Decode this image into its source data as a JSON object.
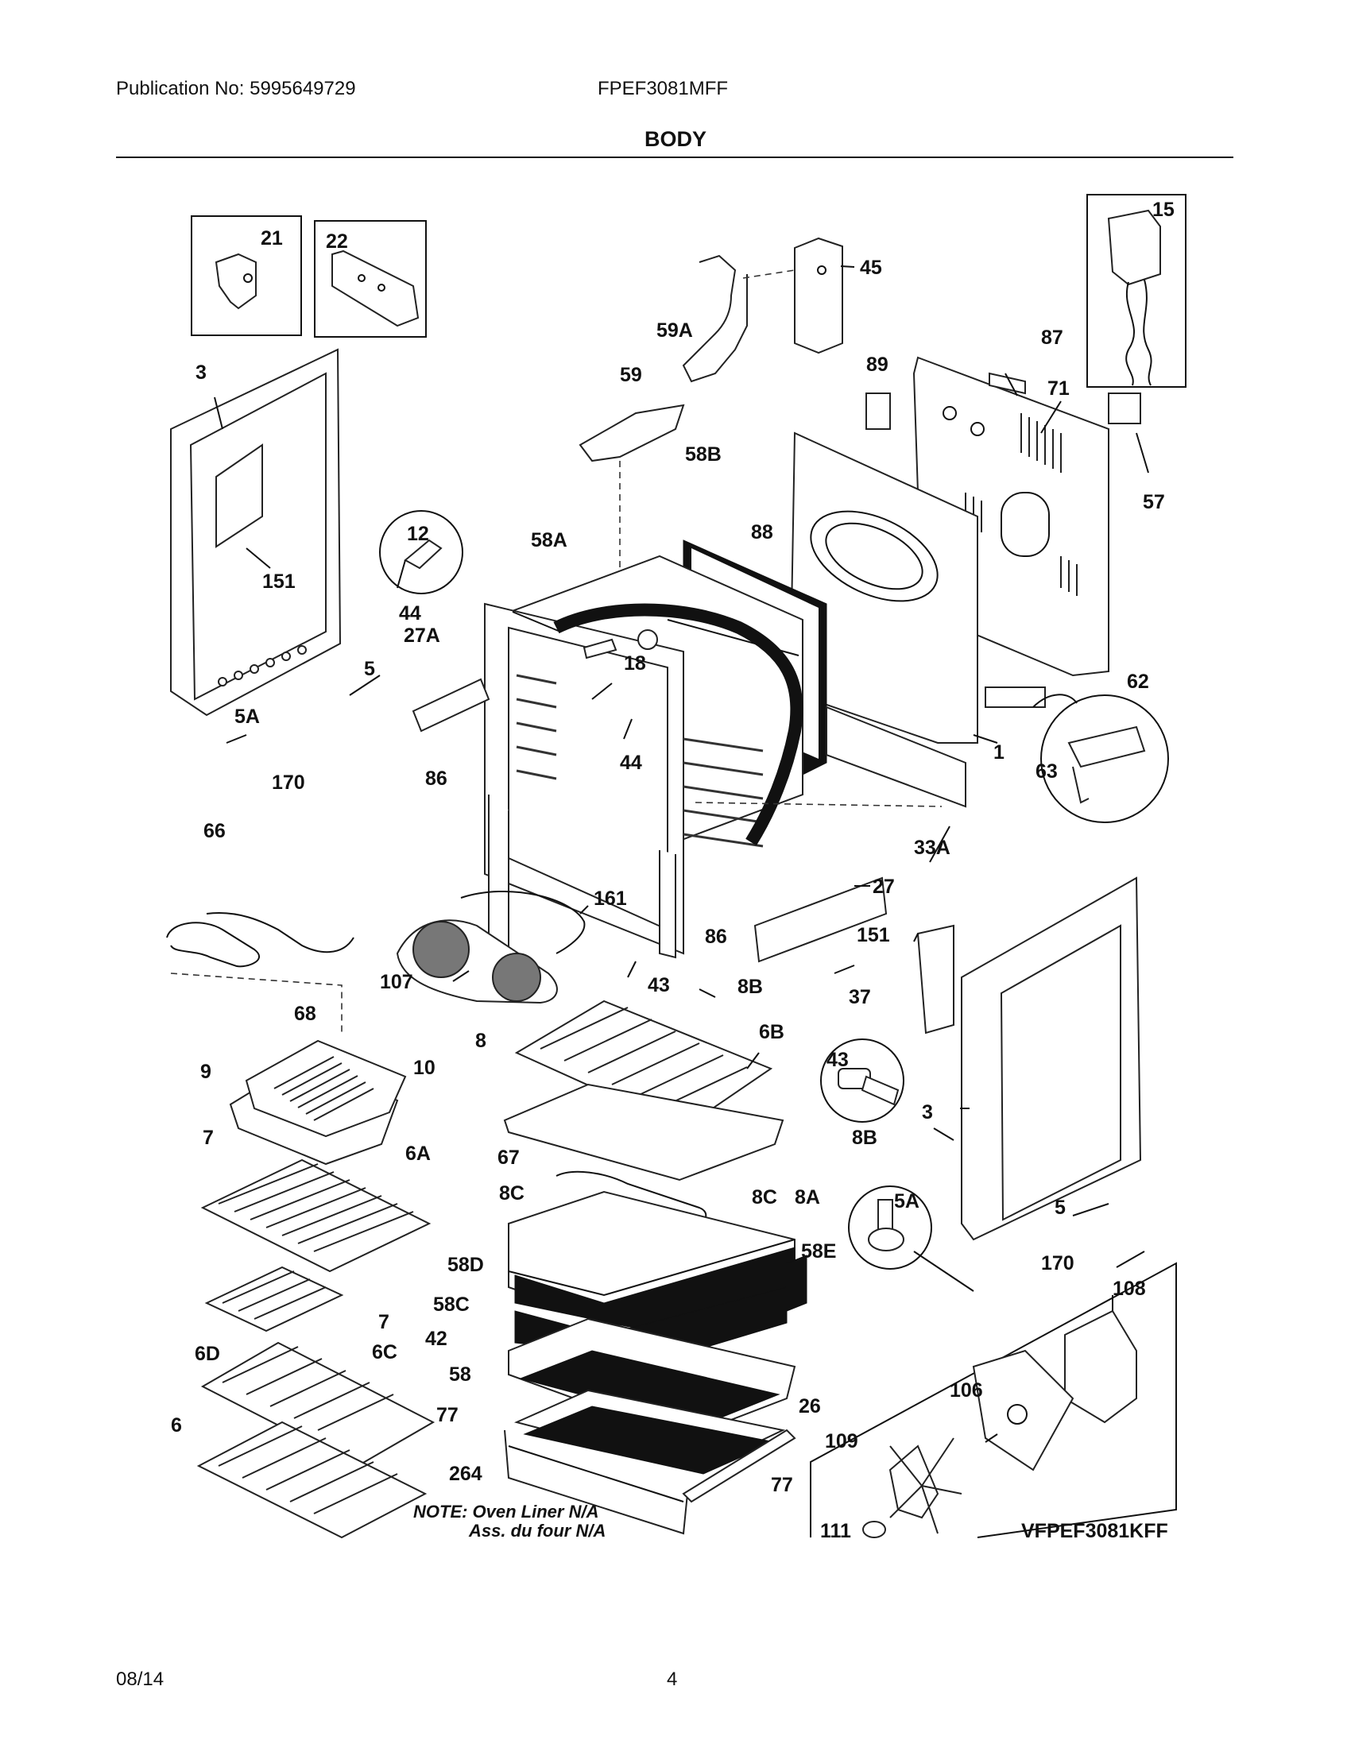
{
  "header": {
    "publication": "Publication No: 5995649729",
    "model": "FPEF3081MFF",
    "section_title": "BODY"
  },
  "callouts": {
    "c21": "21",
    "c22": "22",
    "c15": "15",
    "c45": "45",
    "c59A": "59A",
    "c59": "59",
    "c87": "87",
    "c89": "89",
    "c71": "71",
    "c57": "57",
    "c3a": "3",
    "c151a": "151",
    "c12": "12",
    "c58A": "58A",
    "c58B": "58B",
    "c88": "88",
    "c44a": "44",
    "c27A": "27A",
    "c18": "18",
    "c5a": "5",
    "c5Aa": "5A",
    "c170a": "170",
    "c86a": "86",
    "c44b": "44",
    "c62": "62",
    "c1": "1",
    "c63": "63",
    "c33A": "33A",
    "c27": "27",
    "c66": "66",
    "c161": "161",
    "c86b": "86",
    "c107": "107",
    "c43a": "43",
    "c8Ba": "8B",
    "c151b": "151",
    "c37": "37",
    "c68": "68",
    "c8": "8",
    "c6B": "6B",
    "c43b": "43",
    "c9": "9",
    "c10": "10",
    "c3b": "3",
    "c8Bb": "8B",
    "c7a": "7",
    "c6A": "6A",
    "c67": "67",
    "c8Ca": "8C",
    "c8Cb": "8C",
    "c8A": "8A",
    "c5Ab": "5A",
    "c5b": "5",
    "c58D": "58D",
    "c58E": "58E",
    "c170b": "170",
    "c58C": "58C",
    "c7b": "7",
    "c108": "108",
    "c42": "42",
    "c6D": "6D",
    "c6C": "6C",
    "c58": "58",
    "c106": "106",
    "c77a": "77",
    "c26": "26",
    "c6": "6",
    "c109": "109",
    "c264": "264",
    "c77b": "77",
    "c111": "111"
  },
  "notes": {
    "liner_en": "NOTE: Oven Liner N/A",
    "liner_fr": "Ass. du four N/A",
    "variant": "VFPEF3081KFF"
  },
  "footer": {
    "date": "08/14",
    "page": "4"
  }
}
